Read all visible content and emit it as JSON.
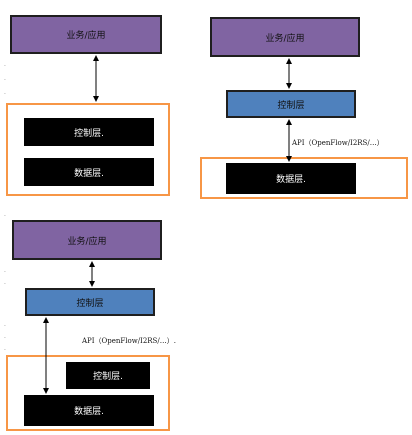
{
  "labels": {
    "business_app": "业务/应用",
    "control_layer": "控制层",
    "control_layer_dot": "控制层.",
    "data_layer": "数据层",
    "data_layer_dot": "数据层.",
    "api": "API（OpenFlow/I2RS/…）",
    "api_dot": "API（OpenFlow/I2RS/…）."
  },
  "colors": {
    "app": "#8064a2",
    "control": "#4f81bd",
    "data": "#000000",
    "frame": "#f79646"
  }
}
